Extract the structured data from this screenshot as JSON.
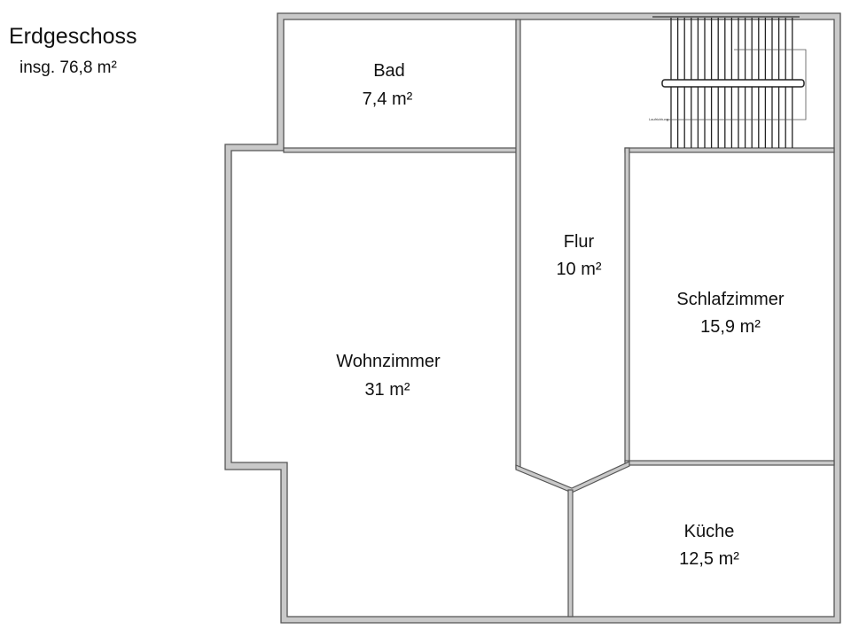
{
  "header": {
    "title": "Erdgeschoss",
    "total": "insg. 76,8 m²"
  },
  "rooms": [
    {
      "id": "bad",
      "name": "Bad",
      "area": "7,4 m²"
    },
    {
      "id": "flur",
      "name": "Flur",
      "area": "10 m²"
    },
    {
      "id": "schlafzimmer",
      "name": "Schlafzimmer",
      "area": "15,9 m²"
    },
    {
      "id": "wohnzimmer",
      "name": "Wohnzimmer",
      "area": "31 m²"
    },
    {
      "id": "kueche",
      "name": "Küche",
      "area": "12,5 m²"
    }
  ],
  "stair": {
    "label": "Laufrichtung"
  },
  "colors": {
    "wall_outer": "#555555",
    "wall_fill": "#c9c9c9",
    "room_fill": "#ffffff",
    "text": "#111111"
  }
}
